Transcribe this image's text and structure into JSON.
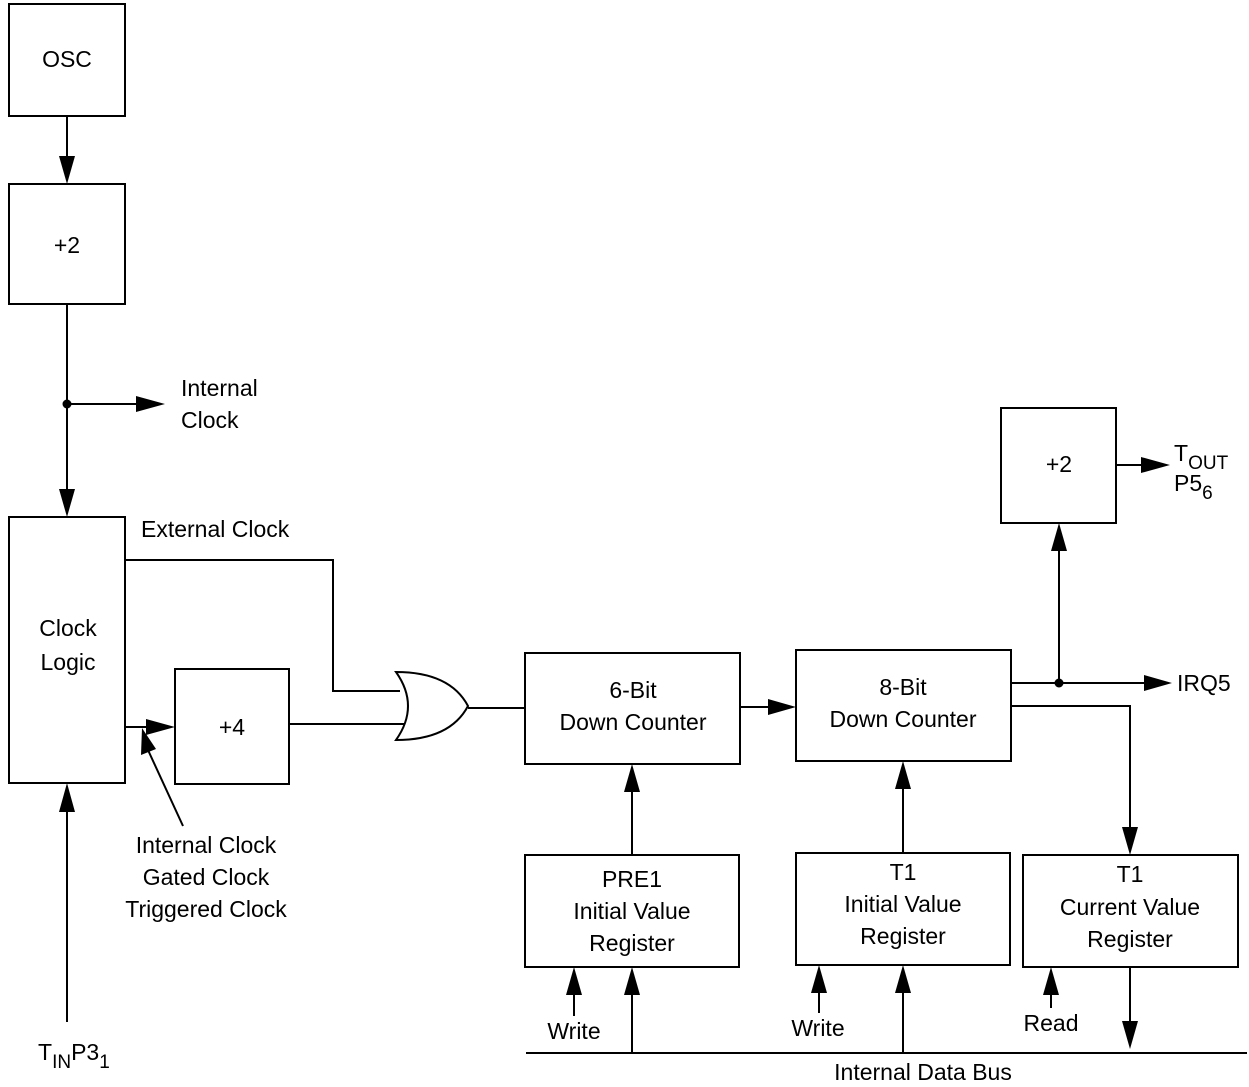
{
  "blocks": {
    "osc": [
      "OSC"
    ],
    "div2_top": [
      "+2"
    ],
    "clock_logic": [
      "Clock",
      "Logic"
    ],
    "div4": [
      "+4"
    ],
    "counter6": [
      "6-Bit",
      "Down Counter"
    ],
    "counter8": [
      "8-Bit",
      "Down Counter"
    ],
    "div2_out": [
      "+2"
    ],
    "pre1_reg": [
      "PRE1",
      "Initial Value",
      "Register"
    ],
    "t1_init_reg": [
      "T1",
      "Initial Value",
      "Register"
    ],
    "t1_current_reg": [
      "T1",
      "Current Value",
      "Register"
    ]
  },
  "labels": {
    "internal_clock_out": [
      "Internal",
      "Clock"
    ],
    "external_clock": "External Clock",
    "clock_modes": [
      "Internal Clock",
      "Gated Clock",
      "Triggered Clock"
    ],
    "tin": {
      "base": "T",
      "sub1": "IN",
      "mid": "P3",
      "sub2": "1"
    },
    "tout": {
      "base": "T",
      "sub": "OUT"
    },
    "p56": {
      "base": "P5",
      "sub": "6"
    },
    "irq5": "IRQ5",
    "write_pre1": "Write",
    "write_t1": "Write",
    "read_t1": "Read",
    "internal_data_bus": "Internal Data Bus"
  }
}
